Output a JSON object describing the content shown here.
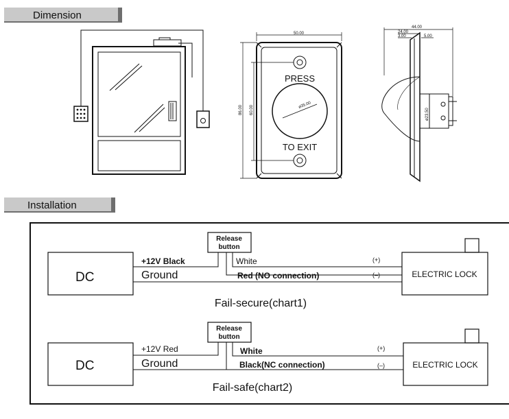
{
  "sections": {
    "dimension_title": "Dimension",
    "installation_title": "Installation"
  },
  "dimension_drawing": {
    "front_width": "50.00",
    "front_height_outer": "86.00",
    "front_height_inner": "60.00",
    "button_dia": "ø35.00",
    "press_label": "PRESS",
    "exit_label": "TO EXIT",
    "side_depth": "44.00",
    "side_24": "24.00",
    "side_3": "3.00",
    "side_5": "5.00",
    "side_dia": "ø23.50"
  },
  "chart1": {
    "dc_label": "DC",
    "plus_label": "+12V Black",
    "ground_label": "Ground",
    "release_line1": "Release",
    "release_line2": "button",
    "white_label": "White",
    "red_label": "Red (NO connection)",
    "plus_sign": "(+)",
    "minus_sign": "(–)",
    "lock_label": "ELECTRIC LOCK",
    "caption": "Fail-secure(chart1)"
  },
  "chart2": {
    "dc_label": "DC",
    "plus_label": "+12V Red",
    "ground_label": "Ground",
    "release_line1": "Release",
    "release_line2": "button",
    "white_label": "White",
    "black_label": "Black(NC connection)",
    "plus_sign": "(+)",
    "minus_sign": "(–)",
    "lock_label": "ELECTRIC LOCK",
    "caption": "Fail-safe(chart2)"
  }
}
